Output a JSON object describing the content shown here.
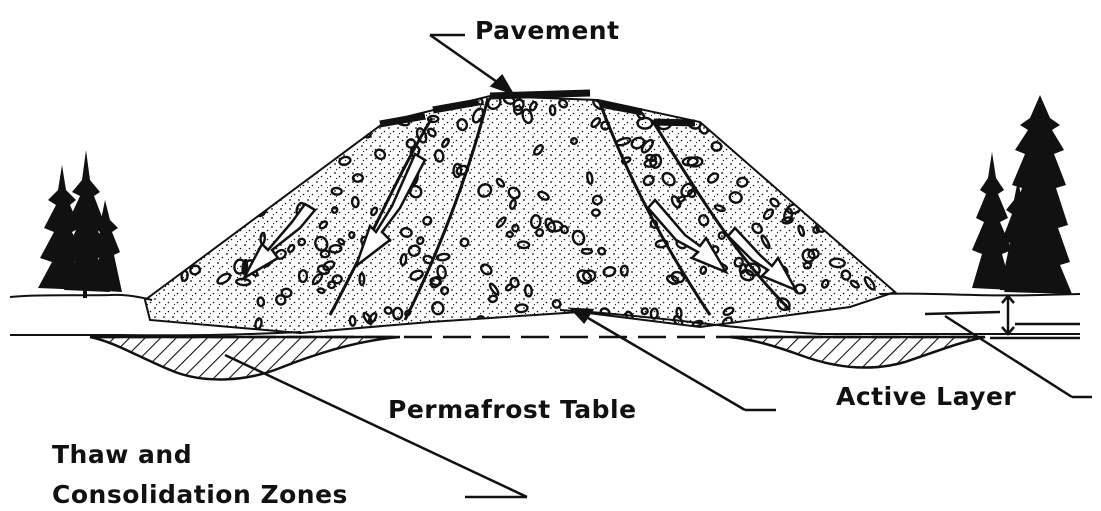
{
  "labels": {
    "pavement": "Pavement",
    "permafrost_table": "Permafrost Table",
    "active_layer": "Active Layer",
    "thaw_line1": "Thaw and",
    "thaw_line2": "Consolidation Zones"
  },
  "colors": {
    "ink": "#111111",
    "paper": "#ffffff"
  }
}
